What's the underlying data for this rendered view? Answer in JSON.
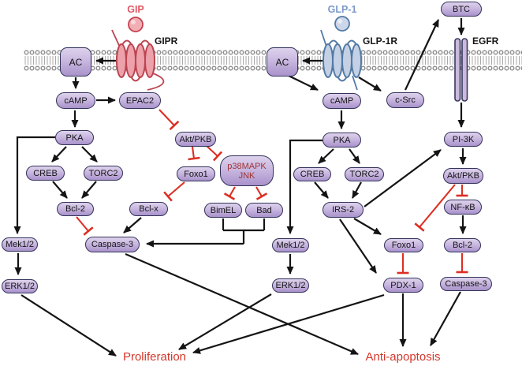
{
  "ligands": {
    "gip": "GIP",
    "glp1": "GLP-1"
  },
  "receptor_labels": {
    "gipr": "GIPR",
    "glp1r": "GLP-1R",
    "egfr": "EGFR"
  },
  "nodes": {
    "ac_left": "AC",
    "camp_left": "cAMP",
    "epac2": "EPAC2",
    "pka_left": "PKA",
    "creb_left": "CREB",
    "torc2_left": "TORC2",
    "bcl2_left": "Bcl-2",
    "bclx": "Bcl-x",
    "caspase3_left": "Caspase-3",
    "mek12_left": "Mek1/2",
    "erk12_left": "ERK1/2",
    "akt_left": "Akt/PKB",
    "foxo1_left": "Foxo1",
    "p38_line1": "p38MAPK",
    "p38_line2": "JNK",
    "bimel": "BimEL",
    "bad": "Bad",
    "ac_right": "AC",
    "camp_right": "cAMP",
    "csrc": "c-Src",
    "pka_right": "PKA",
    "creb_right": "CREB",
    "torc2_right": "TORC2",
    "irs2": "IRS-2",
    "mek12_mid": "Mek1/2",
    "erk12_mid": "ERK1/2",
    "foxo1_right": "Foxo1",
    "pdx1": "PDX-1",
    "btc": "BTC",
    "pi3k": "PI-3K",
    "akt_right": "Akt/PKB",
    "nfkb": "NF-κB",
    "bcl2_right": "Bcl-2",
    "caspase3_right": "Caspase-3"
  },
  "outcomes": {
    "proliferation": "Proliferation",
    "anti_apoptosis": "Anti-apoptosis"
  },
  "colors": {
    "activation_arrow": "#141414",
    "inhibition_line": "#dc2f23",
    "gip_red": "#e05965",
    "glp1_blue": "#7b99c8",
    "outcome_red": "#d4372b",
    "node_border": "#33335a",
    "node_fill_top": "#ddd2ec",
    "node_fill_bottom": "#a992cb",
    "p38_text": "#a03434",
    "membrane_gray": "#909090"
  }
}
